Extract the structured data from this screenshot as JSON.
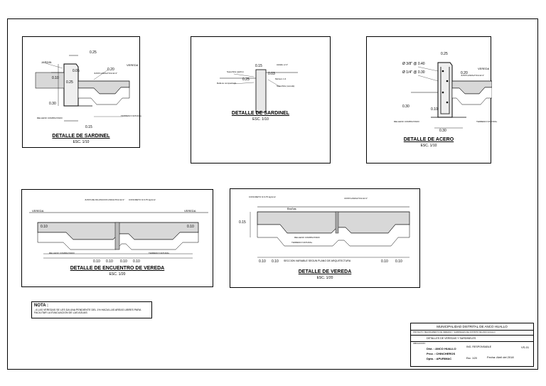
{
  "panels": {
    "sardinel1": {
      "title": "DETALLE DE SARDINEL",
      "scale": "ESC. 1/10",
      "labels": {
        "jardin": "JARDIN",
        "vereda": "VEREDA",
        "junta": "JUNTA ASFALTICA E=1\"",
        "relleno": "RELLENO COMPACTADO",
        "terreno": "TERRENO NATURAL"
      },
      "dims": {
        "d025a": "0.25",
        "d020": "0.20",
        "d005": "0.05",
        "d025b": "0.25",
        "d010": "0.10",
        "d030": "0.30",
        "d015": "0.15"
      }
    },
    "sardinel2": {
      "title": "DETALLE DE SARDINEL",
      "scale": "ESC. 1/10",
      "labels": {
        "jardin": "Superficie (jardín)",
        "relleno": "Relleno compactado",
        "mortero": "Mortero 1:4",
        "asfalto": "Asfalto e=1\"",
        "superficie": "Superficie (vereda)"
      },
      "dims": {
        "d015": "0.15",
        "d003": "0.03",
        "d025": "0.25"
      }
    },
    "acero": {
      "title": "DETALLE DE ACERO",
      "scale": "ESC. 1/10",
      "labels": {
        "bar1": "Ø 3/8\" @ 0.40",
        "bar2": "Ø 1/4\" @ 0.30",
        "vereda": "VEREDA",
        "junta": "JUNTA ASFALTICA E=1\"",
        "relleno": "RELLENO COMPACTADO",
        "terreno": "TERRENO NATURAL"
      },
      "dims": {
        "d025": "0.25",
        "d020": "0.20",
        "d030": "0.30",
        "d010": "0.10",
        "d030b": "0.30"
      }
    },
    "encuentro": {
      "title": "DETALLE DE ENCUENTRO DE VEREDA",
      "scale": "ESC. 1/20",
      "labels": {
        "left": "VEREDA",
        "right": "VEREDA",
        "junta": "JUNTA DE DILATACION ASFALTICA E=1\"",
        "concreto": "CONCRETO fc=175 kg/cm2",
        "relleno": "RELLENO COMPACTADO",
        "terreno": "TERRENO NATURAL"
      },
      "dims": {
        "a": "0.10",
        "b": "0.10",
        "c": "0.10",
        "d": "0.10",
        "e": "0.10",
        "f": "0.10"
      }
    },
    "vereda": {
      "title": "DETALLE DE VEREDA",
      "scale": "ESC. 1/20",
      "labels": {
        "concreto": "CONCRETO fc=175 kg/cm2",
        "junta": "JUNTA ASFALTICA E=1\"",
        "bruna": "Bruñas",
        "relleno": "RELLENO COMPACTADO",
        "terreno": "TERRENO NATURAL",
        "bottom": "SECCION VARIABLE SEGUN PLANO DE ARQUITECTURA"
      },
      "dims": {
        "h": "0.15",
        "a": "0.10",
        "b": "0.10",
        "c": "0.10",
        "d": "0.10"
      }
    }
  },
  "note": {
    "title": "NOTA :",
    "body": "- A LAS VEREDAS SE LES DA UNA PENDIENTE DEL 1% HACIA LAS AREAS LIBRES PARA FACILITAR LA EVACUACION DE LAS AGUAS"
  },
  "titleblock": {
    "entity": "MUNICIPALIDAD DISTRITAL DE ANCO HUALLO",
    "project": "PROYECTO: MEJORAMIENTO DE VEREDAS Y SARDINELES DEL DISTRITO DE ANCO HUALLO",
    "plano": "DETALLES DE VEREDAS Y SARDINELES",
    "ubicacion": "UBICACION:",
    "dist": "Dist. : ANCO HUALLO",
    "prov": "Prov. : CHINCHEROS",
    "dpto": "Dpto. : APURIMAC",
    "ing": "ING. RESPONSABLE",
    "escala": "Esc. 1/20",
    "fecha": "Fecha: Abril del 2018",
    "lamina": "VS-01"
  }
}
